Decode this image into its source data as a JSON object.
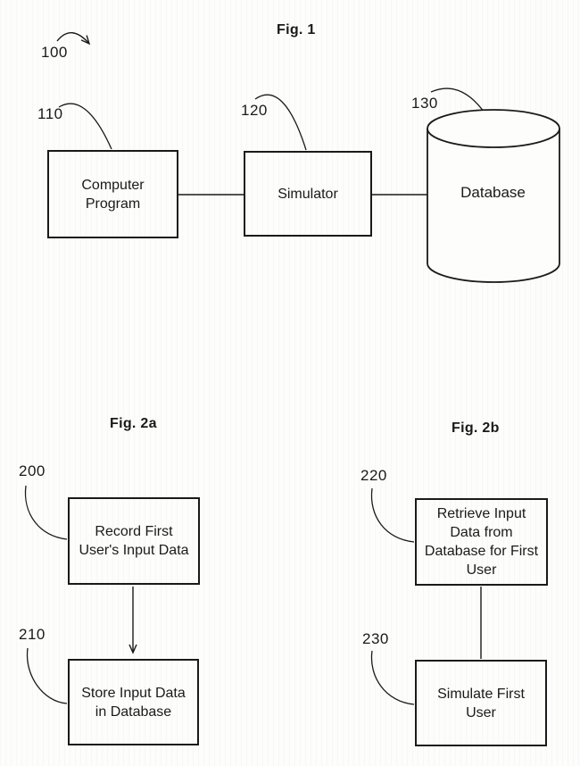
{
  "colors": {
    "ink": "#1a1a1a",
    "paper": "#fdfdfc"
  },
  "fig1": {
    "title": "Fig. 1",
    "ref_100": "100",
    "ref_110": "110",
    "ref_120": "120",
    "ref_130": "130",
    "computer_program_label": "Computer\nProgram",
    "simulator_label": "Simulator",
    "database_label": "Database"
  },
  "fig2a": {
    "title": "Fig. 2a",
    "ref_200": "200",
    "record_label": "Record First\nUser's Input Data",
    "ref_210": "210",
    "store_label": "Store Input Data\nin Database"
  },
  "fig2b": {
    "title": "Fig. 2b",
    "ref_220": "220",
    "retrieve_label": "Retrieve Input\nData from\nDatabase for First\nUser",
    "ref_230": "230",
    "simulate_label": "Simulate First\nUser"
  }
}
